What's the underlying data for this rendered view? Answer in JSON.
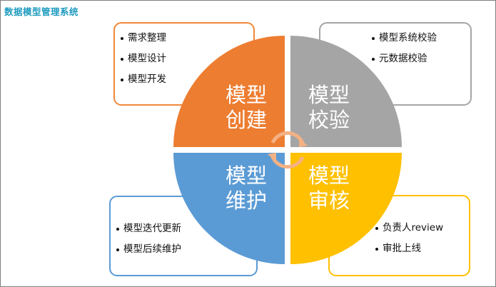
{
  "title": "数据模型管理系统",
  "colors": {
    "title": "#1f9bbf",
    "create": "#ed7d31",
    "verify": "#a5a5a5",
    "maintain": "#5b9bd5",
    "review": "#ffc000",
    "arrows": "#f4b183"
  },
  "quadrants": {
    "create": {
      "line1": "模型",
      "line2": "创建"
    },
    "verify": {
      "line1": "模型",
      "line2": "校验"
    },
    "maintain": {
      "line1": "模型",
      "line2": "维护"
    },
    "review": {
      "line1": "模型",
      "line2": "审核"
    }
  },
  "boxes": {
    "create": {
      "items": [
        "需求整理",
        "模型设计",
        "模型开发"
      ]
    },
    "verify": {
      "items": [
        "模型系统校验",
        "元数据校验"
      ]
    },
    "maintain": {
      "items": [
        "模型迭代更新",
        "模型后续维护"
      ]
    },
    "review": {
      "items": [
        "负责人review",
        "审批上线"
      ]
    }
  },
  "icons": {
    "center": "cycle-arrows-icon"
  }
}
